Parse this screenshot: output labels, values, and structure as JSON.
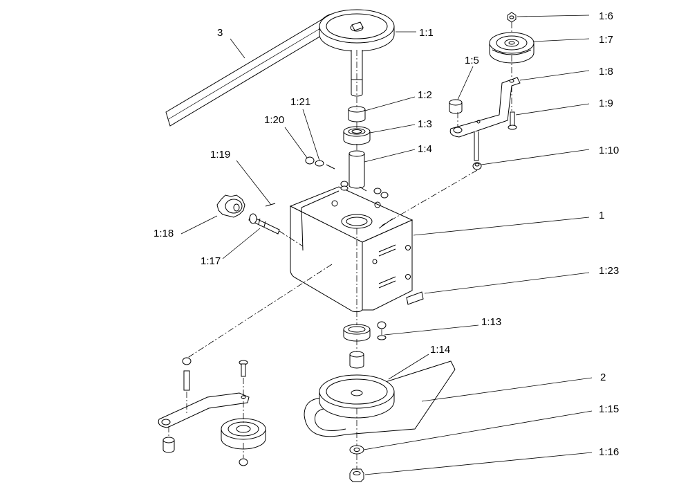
{
  "diagram": {
    "labels": {
      "p3": "3",
      "p1_1": "1:1",
      "p1_2": "1:2",
      "p1_3": "1:3",
      "p1_4": "1:4",
      "p1_5": "1:5",
      "p1_6": "1:6",
      "p1_7": "1:7",
      "p1_8": "1:8",
      "p1_9": "1:9",
      "p1_10": "1:10",
      "p1": "1",
      "p1_23": "1:23",
      "p1_13": "1:13",
      "p1_14": "1:14",
      "p2": "2",
      "p1_15": "1:15",
      "p1_16": "1:16",
      "p1_17": "1:17",
      "p1_18": "1:18",
      "p1_19": "1:19",
      "p1_20": "1:20",
      "p1_21": "1:21"
    }
  }
}
